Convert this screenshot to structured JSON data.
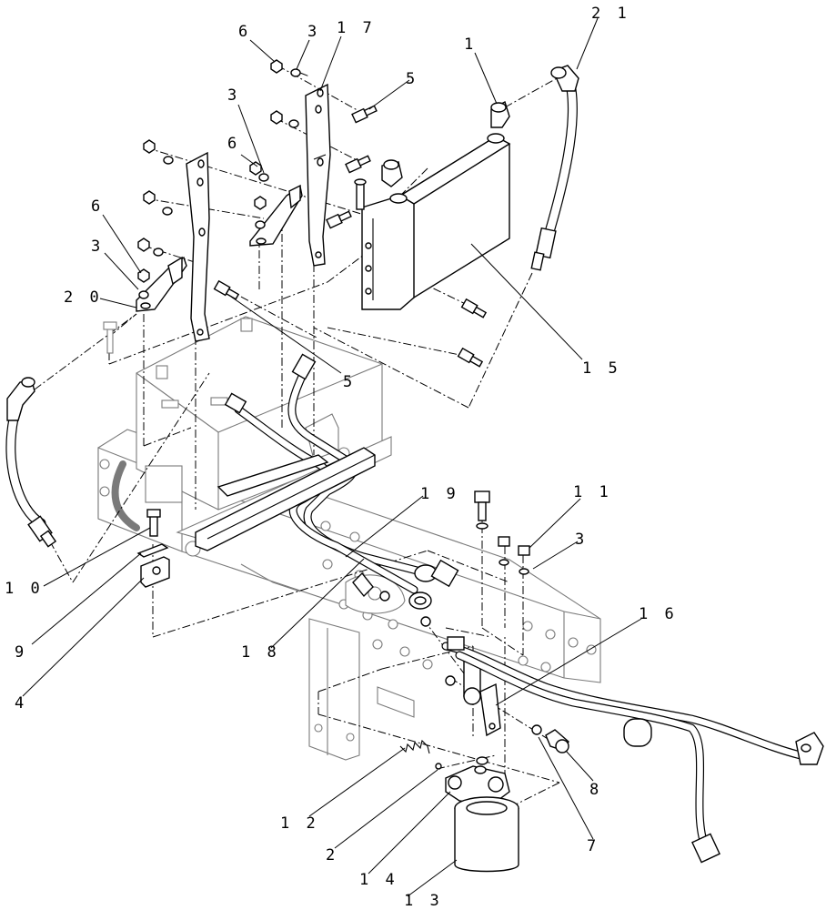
{
  "callouts": [
    {
      "id": "c1",
      "text": "1"
    },
    {
      "id": "c21",
      "text": "2 1"
    },
    {
      "id": "c6a",
      "text": "6"
    },
    {
      "id": "c3a",
      "text": "3"
    },
    {
      "id": "c17",
      "text": "1 7"
    },
    {
      "id": "c5a",
      "text": "5"
    },
    {
      "id": "c3b",
      "text": "3"
    },
    {
      "id": "c6b",
      "text": "6"
    },
    {
      "id": "c6c",
      "text": "6"
    },
    {
      "id": "c3c",
      "text": "3"
    },
    {
      "id": "c20",
      "text": "2 0"
    },
    {
      "id": "c5b",
      "text": "5"
    },
    {
      "id": "c15",
      "text": "1 5"
    },
    {
      "id": "c19",
      "text": "1 9"
    },
    {
      "id": "c11",
      "text": "1 1"
    },
    {
      "id": "c3d",
      "text": "3"
    },
    {
      "id": "c10",
      "text": "1 0"
    },
    {
      "id": "c9",
      "text": "9"
    },
    {
      "id": "c18",
      "text": "1 8"
    },
    {
      "id": "c16",
      "text": "1 6"
    },
    {
      "id": "c4",
      "text": "4"
    },
    {
      "id": "c8",
      "text": "8"
    },
    {
      "id": "c12",
      "text": "1 2"
    },
    {
      "id": "c7",
      "text": "7"
    },
    {
      "id": "c2",
      "text": "2"
    },
    {
      "id": "c14",
      "text": "1 4"
    },
    {
      "id": "c13",
      "text": "1 3"
    }
  ]
}
